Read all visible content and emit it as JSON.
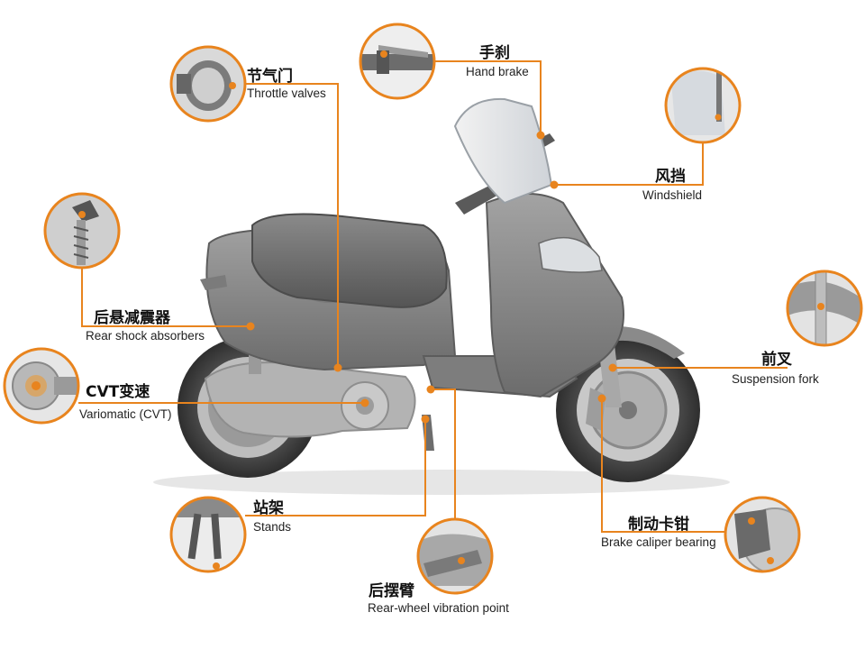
{
  "callouts": [
    {
      "id": "throttle",
      "zh": "节气门",
      "en": "Throttle valves",
      "icon": "throttle-valve-detail"
    },
    {
      "id": "handbrake",
      "zh": "手刹",
      "en": "Hand brake",
      "icon": "hand-brake-lever-detail"
    },
    {
      "id": "windshield",
      "zh": "风挡",
      "en": "Windshield",
      "icon": "windshield-mount-detail"
    },
    {
      "id": "shock",
      "zh": "后悬减震器",
      "en": "Rear shock absorbers",
      "icon": "rear-shock-spring-detail"
    },
    {
      "id": "cvt",
      "zh": "CVT变速",
      "en": "Variomatic (CVT)",
      "icon": "cvt-pulley-detail"
    },
    {
      "id": "fork",
      "zh": "前叉",
      "en": "Suspension fork",
      "icon": "front-fork-detail"
    },
    {
      "id": "stands",
      "zh": "站架",
      "en": "Stands",
      "icon": "kickstand-detail"
    },
    {
      "id": "caliper",
      "zh": "制动卡钳",
      "en": "Brake caliper bearing",
      "icon": "brake-caliper-detail"
    },
    {
      "id": "swingarm",
      "zh": "后摆臂",
      "en": "Rear-wheel vibration point",
      "icon": "swingarm-pivot-detail"
    }
  ],
  "colors": {
    "accent": "#e8841e",
    "body": "#8e8e8e",
    "bodyDark": "#5e5e5e",
    "tire": "#3f3f3f",
    "rim": "#c9c9c9"
  }
}
